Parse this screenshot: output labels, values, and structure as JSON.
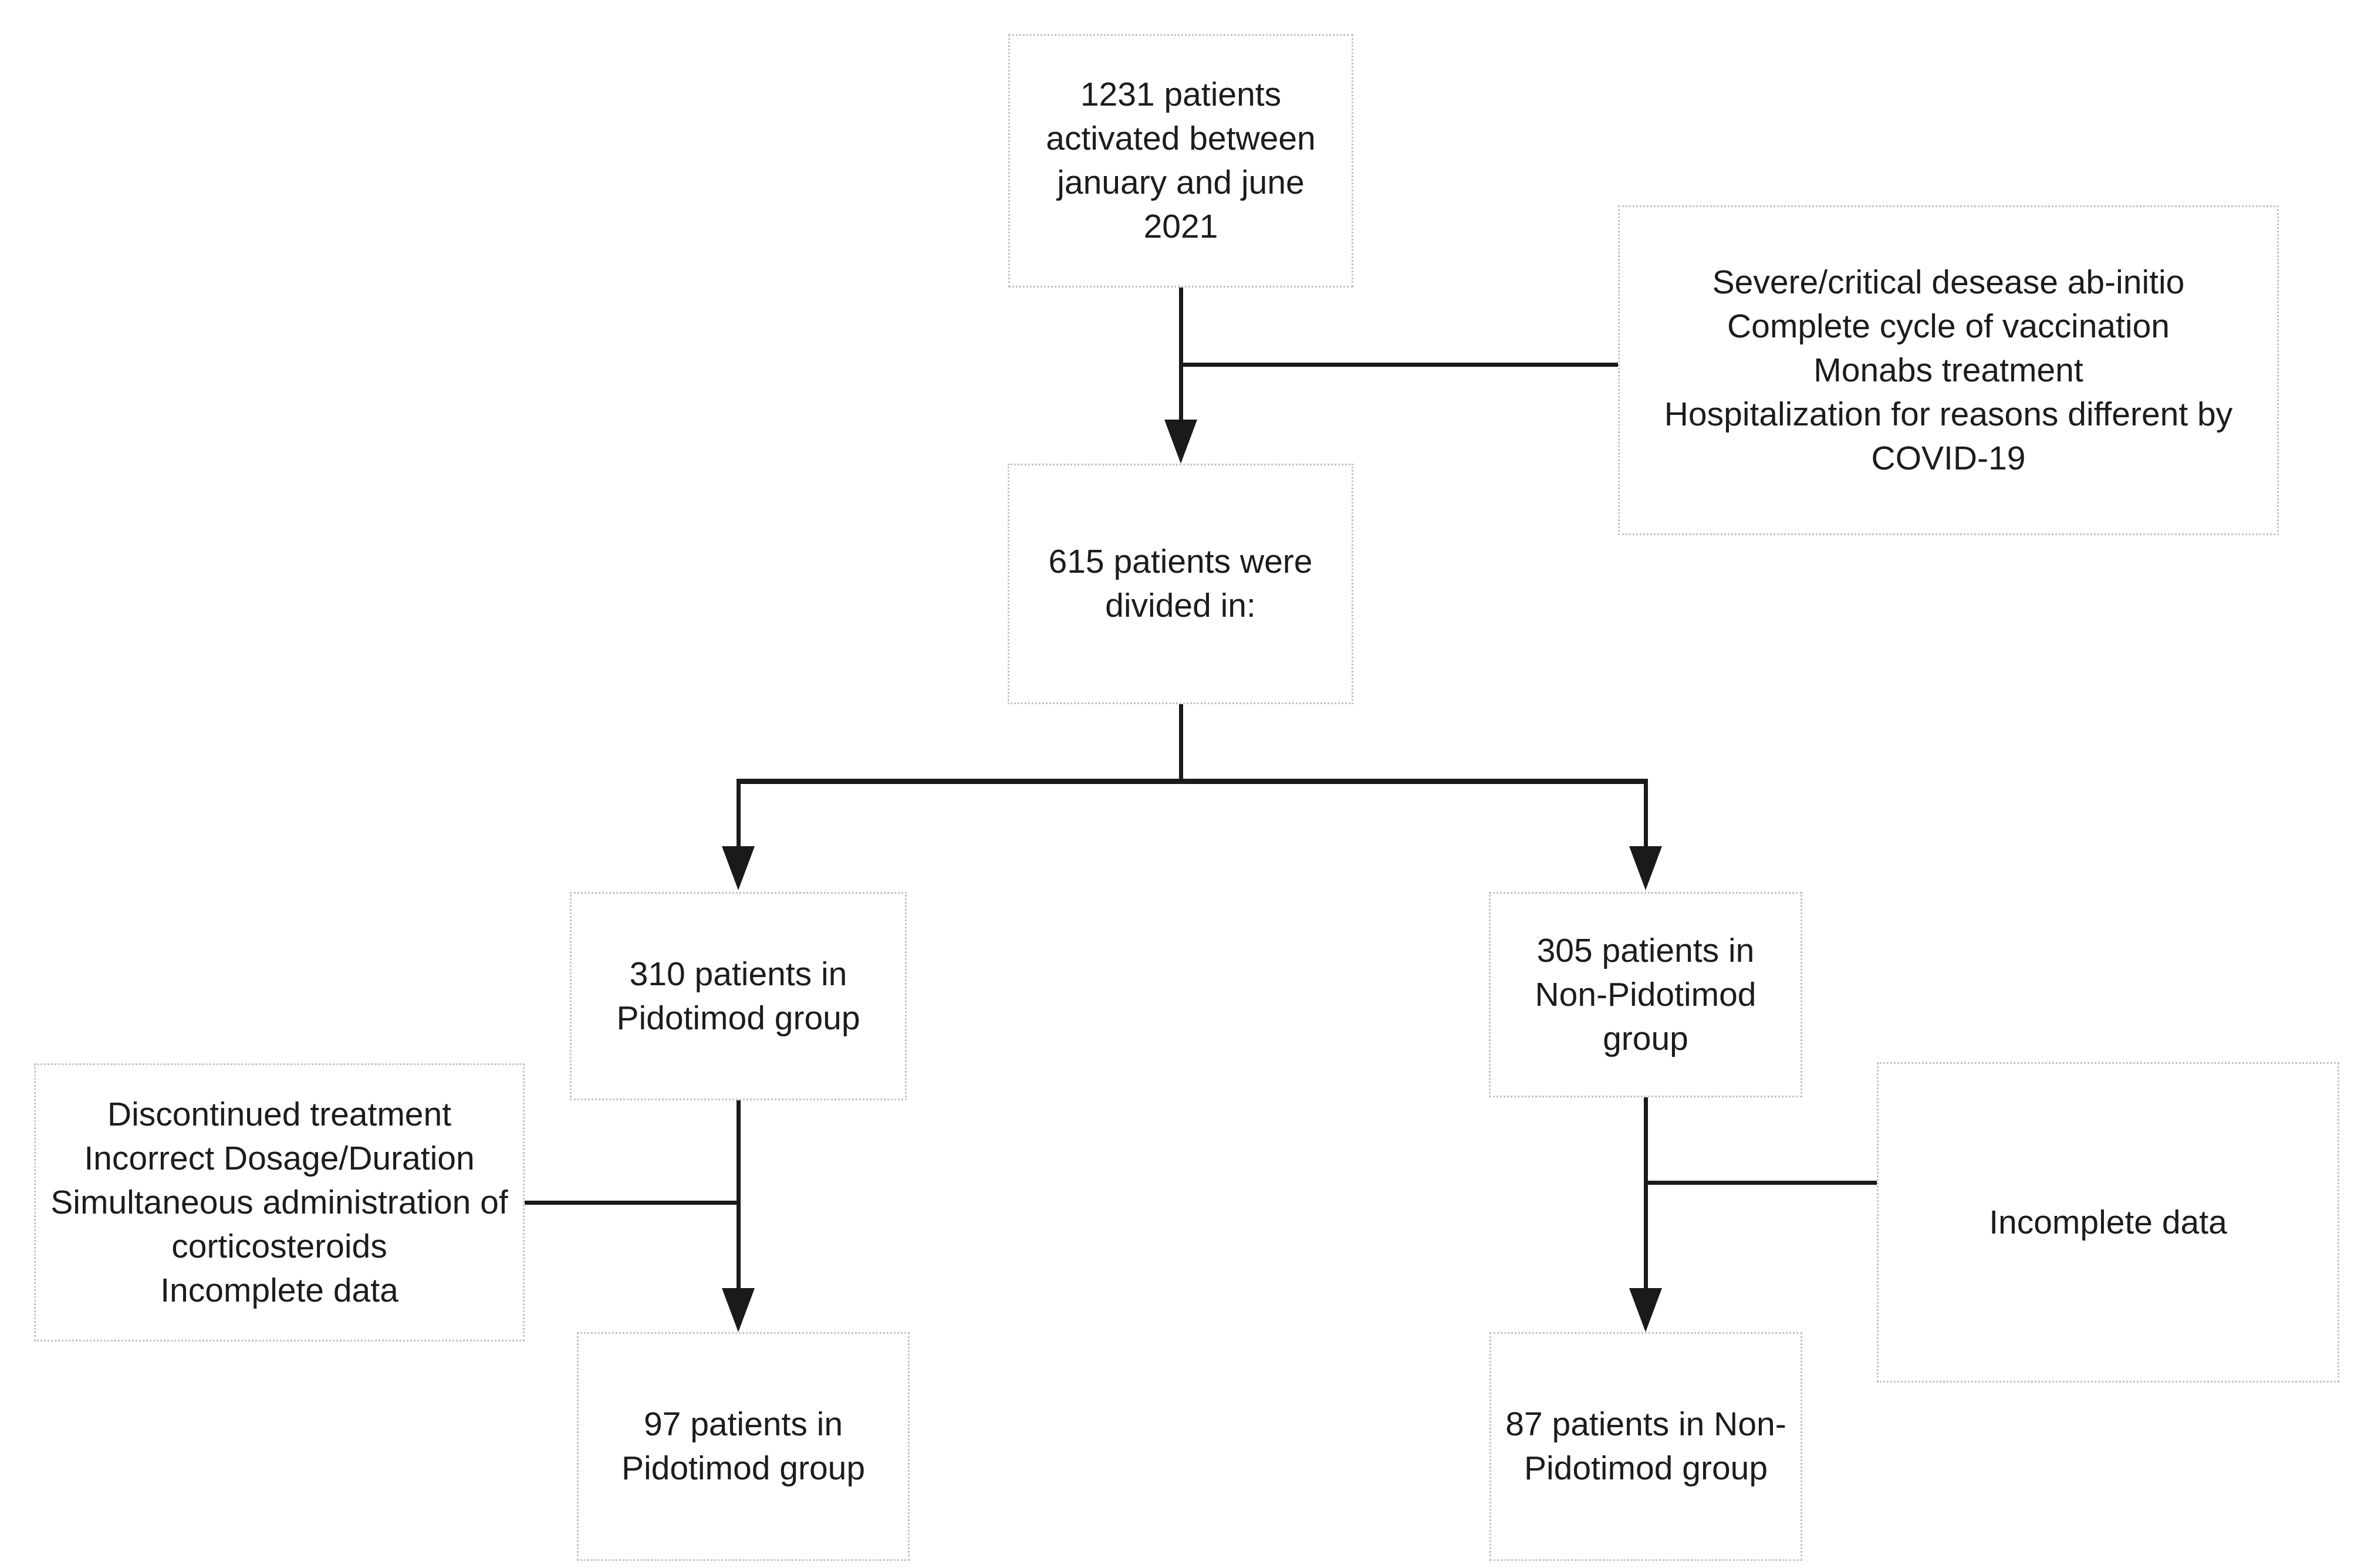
{
  "diagram": {
    "type": "flowchart",
    "nodes": {
      "initial": {
        "label": "1231 patients\nactivated between\njanuary and june\n2021"
      },
      "exclusion_top": {
        "label": "Severe/critical desease ab-initio\nComplete cycle of vaccination\nMonabs treatment\nHospitalization for reasons different by\nCOVID-19"
      },
      "divided": {
        "label": "615 patients were\ndivided in:"
      },
      "pidotimod": {
        "label": "310 patients in\nPidotimod group"
      },
      "non_pidotimod": {
        "label": "305 patients in\nNon-Pidotimod\ngroup"
      },
      "exclusion_left": {
        "label": "Discontinued treatment\nIncorrect Dosage/Duration\nSimultaneous administration of\ncorticosteroids\nIncomplete data"
      },
      "exclusion_right": {
        "label": "Incomplete data"
      },
      "pidotimod_final": {
        "label": "97 patients in\nPidotimod group"
      },
      "non_pidotimod_final": {
        "label": "87 patients in Non-\nPidotimod group"
      }
    },
    "edges": [
      {
        "from": "initial",
        "to": "divided",
        "style": "arrow"
      },
      {
        "from": "initial-divided-connector",
        "to": "exclusion_top",
        "style": "line"
      },
      {
        "from": "divided",
        "to": "pidotimod",
        "style": "arrow"
      },
      {
        "from": "divided",
        "to": "non_pidotimod",
        "style": "arrow"
      },
      {
        "from": "pidotimod",
        "to": "pidotimod_final",
        "style": "arrow"
      },
      {
        "from": "exclusion_left",
        "to": "pidotimod-final-connector",
        "style": "line"
      },
      {
        "from": "non_pidotimod",
        "to": "non_pidotimod_final",
        "style": "arrow"
      },
      {
        "from": "exclusion_right",
        "to": "non-pidotimod-final-connector",
        "style": "line"
      }
    ],
    "colors": {
      "background": "#ffffff",
      "box_fill": "#ffffff",
      "box_border": "#c2c2c2",
      "text": "#1c1c1c",
      "line": "#1a1a1a"
    }
  }
}
